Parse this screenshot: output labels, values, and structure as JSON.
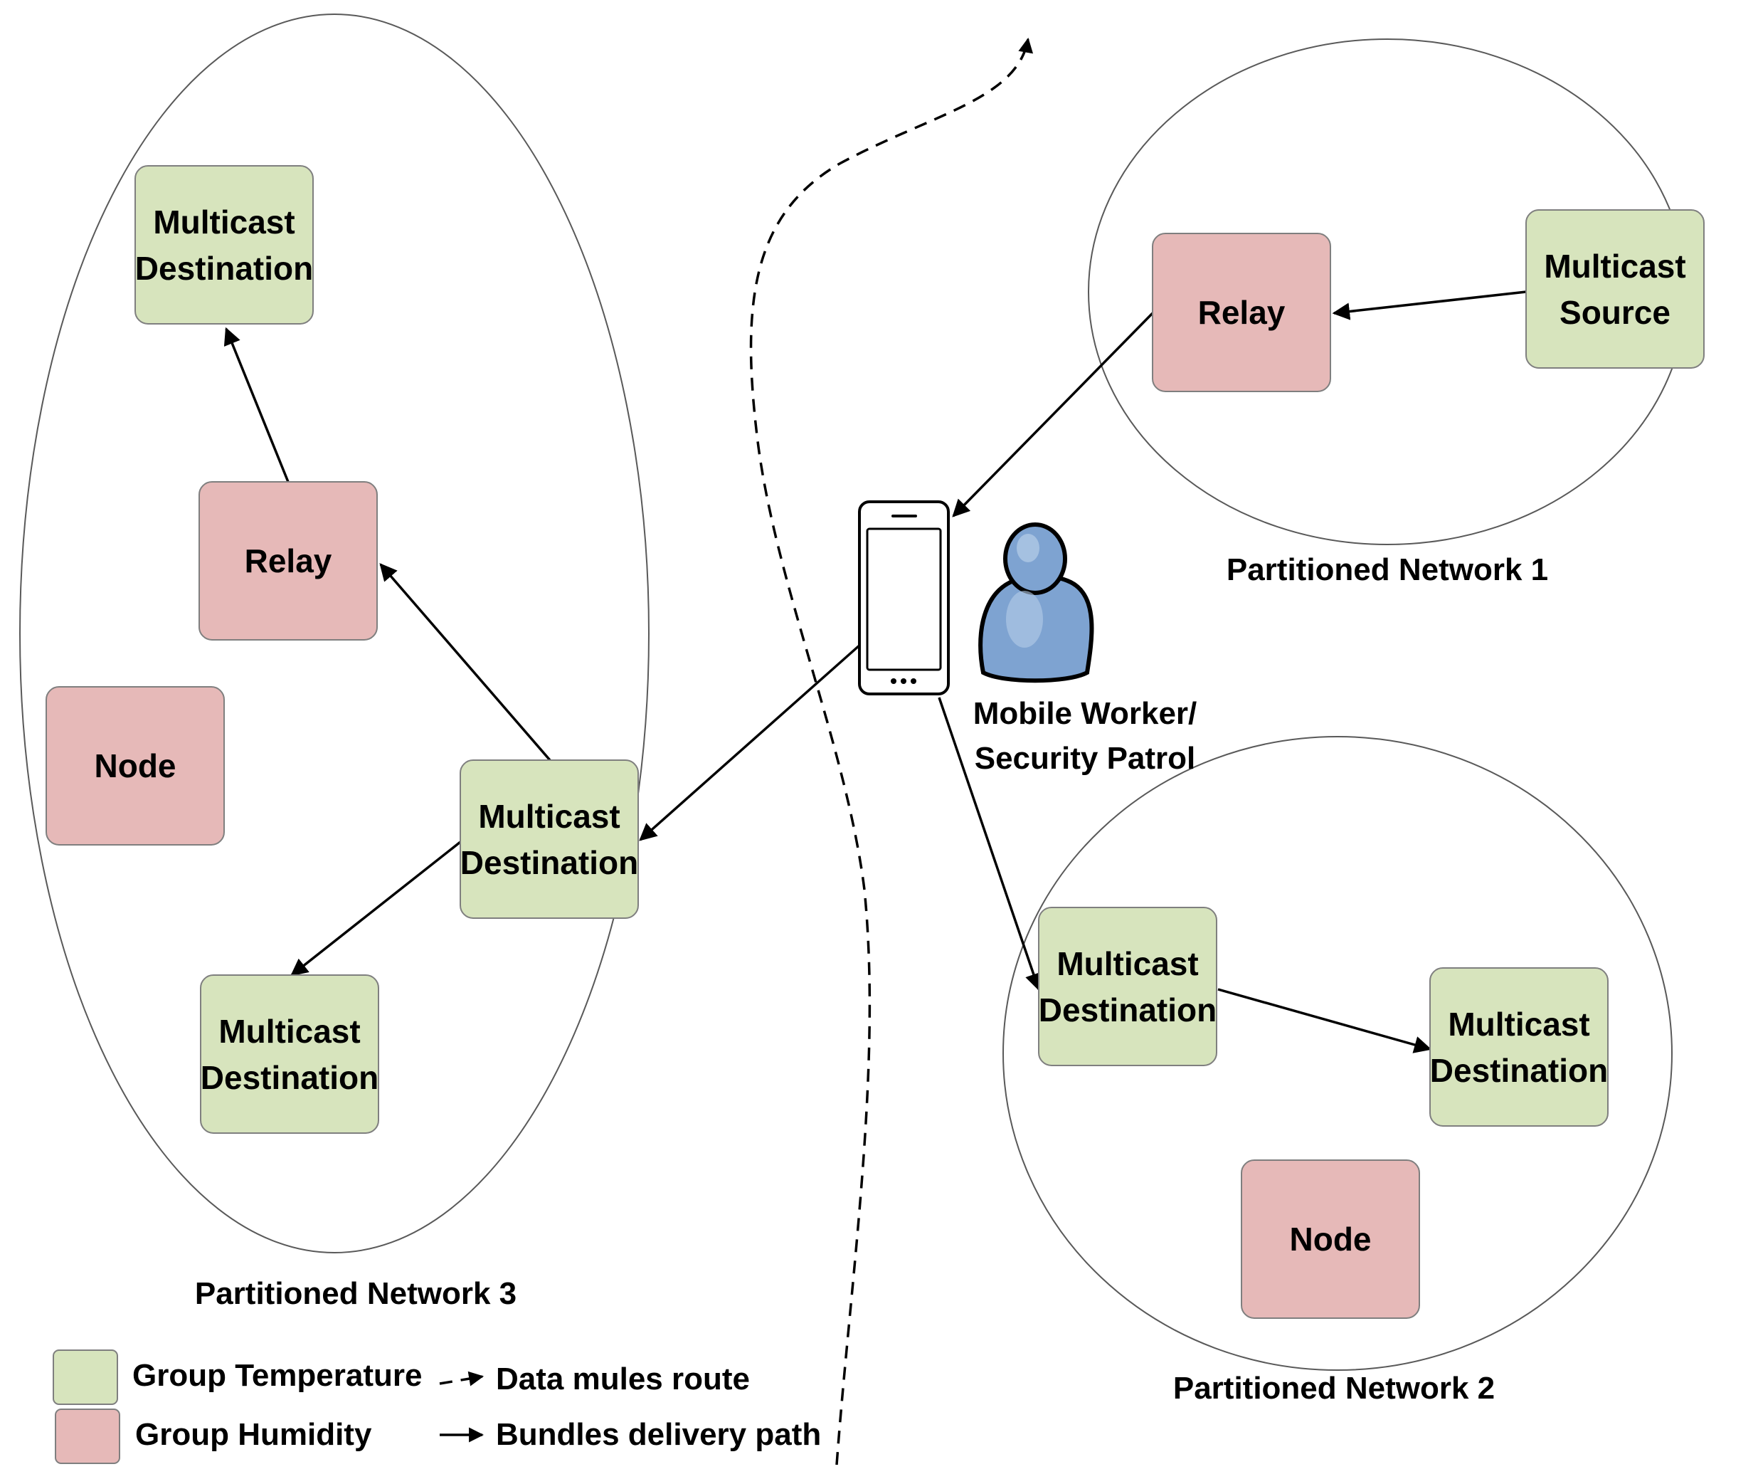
{
  "colors": {
    "group_temperature": "#d7e4bd",
    "group_humidity": "#e6b9b8",
    "person": "#7ea3d1"
  },
  "networks": {
    "n1": {
      "label": "Partitioned Network 1"
    },
    "n2": {
      "label": "Partitioned Network 2"
    },
    "n3": {
      "label": "Partitioned Network 3"
    }
  },
  "nodes": {
    "n1_relay": {
      "lines": [
        "Relay"
      ],
      "group": "humidity"
    },
    "n1_source": {
      "lines": [
        "Multicast",
        "Source"
      ],
      "group": "temperature"
    },
    "n3_dest_top": {
      "lines": [
        "Multicast",
        "Destination"
      ],
      "group": "temperature"
    },
    "n3_relay": {
      "lines": [
        "Relay"
      ],
      "group": "humidity"
    },
    "n3_node": {
      "lines": [
        "Node"
      ],
      "group": "humidity"
    },
    "n3_dest_mid": {
      "lines": [
        "Multicast",
        "Destination"
      ],
      "group": "temperature"
    },
    "n3_dest_bottom": {
      "lines": [
        "Multicast",
        "Destination"
      ],
      "group": "temperature"
    },
    "n2_dest_left": {
      "lines": [
        "Multicast",
        "Destination"
      ],
      "group": "temperature"
    },
    "n2_dest_right": {
      "lines": [
        "Multicast",
        "Destination"
      ],
      "group": "temperature"
    },
    "n2_node": {
      "lines": [
        "Node"
      ],
      "group": "humidity"
    }
  },
  "mobile_worker": {
    "lines": [
      "Mobile Worker/",
      "Security Patrol"
    ],
    "icon": "smartphone-icon"
  },
  "edges": [
    {
      "from": "n1_source",
      "to": "n1_relay",
      "type": "bundles"
    },
    {
      "from": "n1_relay",
      "to": "phone",
      "type": "bundles"
    },
    {
      "from": "phone",
      "to": "n3_dest_mid",
      "type": "bundles"
    },
    {
      "from": "phone",
      "to": "n2_dest_left",
      "type": "bundles"
    },
    {
      "from": "n3_dest_mid",
      "to": "n3_relay",
      "type": "bundles"
    },
    {
      "from": "n3_relay",
      "to": "n3_dest_top",
      "type": "bundles"
    },
    {
      "from": "n3_dest_mid",
      "to": "n3_dest_bottom",
      "type": "bundles"
    },
    {
      "from": "n2_dest_left",
      "to": "n2_dest_right",
      "type": "bundles"
    }
  ],
  "legend": {
    "group_temperature": "Group Temperature",
    "group_humidity": "Group Humidity",
    "data_mules_route": "Data mules route",
    "bundles_delivery_path": "Bundles delivery path"
  }
}
